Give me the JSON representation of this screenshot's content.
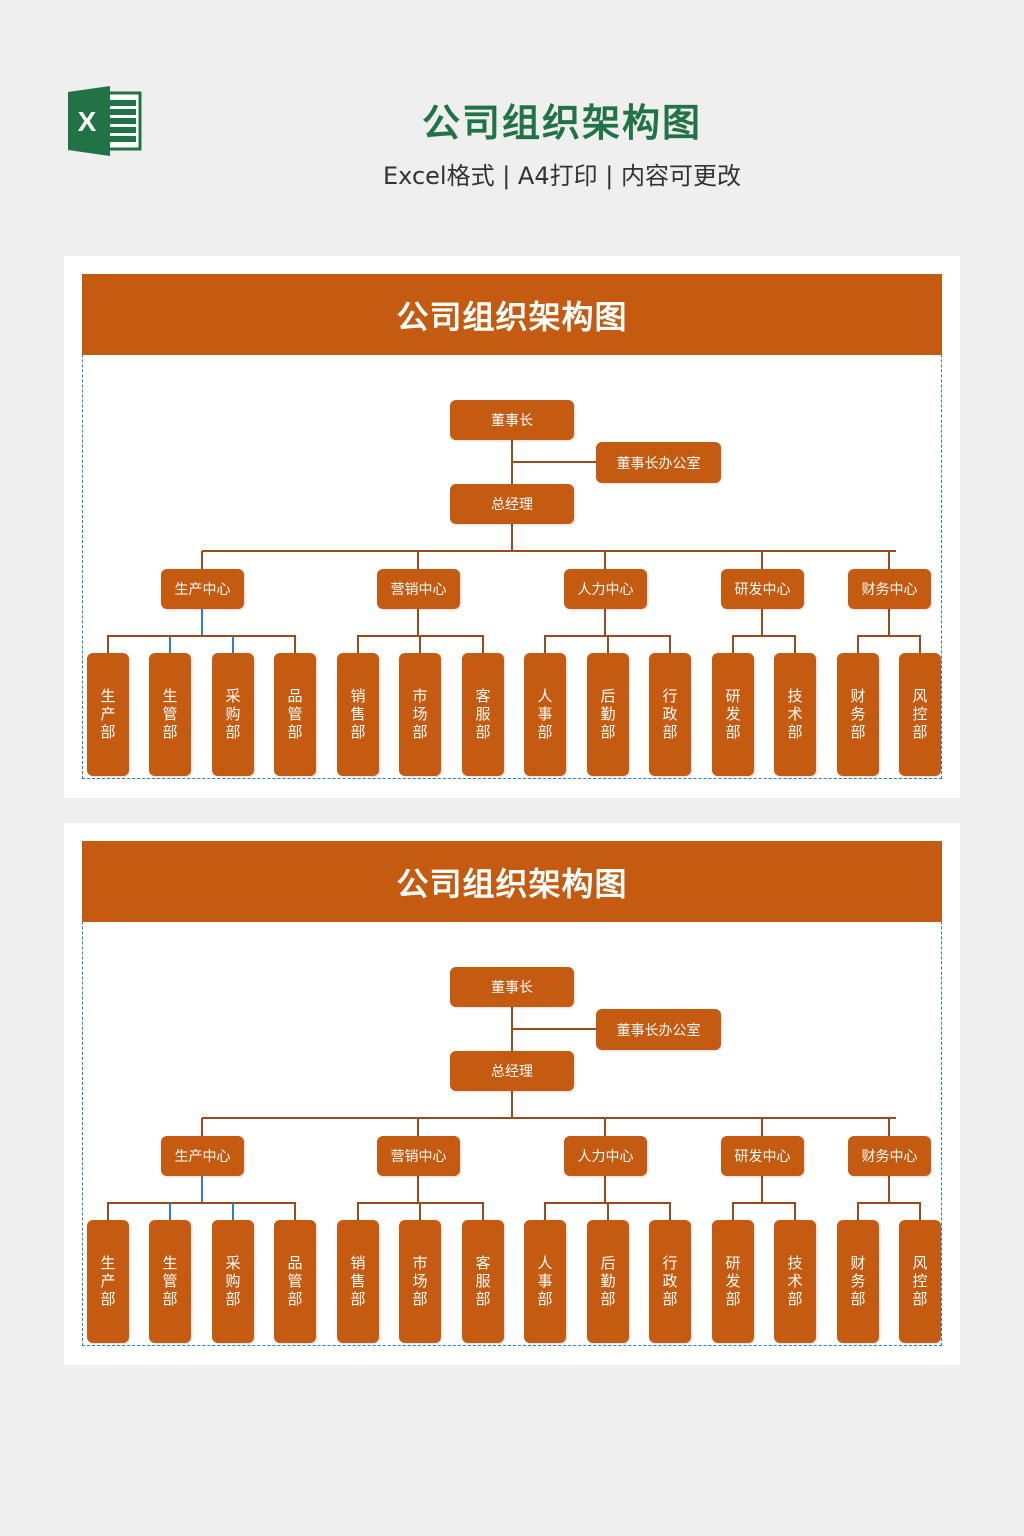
{
  "header": {
    "title": "公司组织架构图",
    "subtitle": "Excel格式 | A4打印 | 内容可更改",
    "logo_icon": "excel-icon"
  },
  "colors": {
    "accent": "#c55a11",
    "title_green": "#217346",
    "connector": "#9a4a1c",
    "connector_highlight": "#2a7fd4"
  },
  "panels": [
    {
      "title": "公司组织架构图"
    },
    {
      "title": "公司组织架构图"
    }
  ],
  "chart": {
    "chairman": "董事长",
    "office": "董事长办公室",
    "gm": "总经理",
    "centers": [
      {
        "label": "生产中心",
        "departments": [
          "生产部",
          "生管部",
          "采购部",
          "品管部"
        ]
      },
      {
        "label": "营销中心",
        "departments": [
          "销售部",
          "市场部",
          "客服部"
        ]
      },
      {
        "label": "人力中心",
        "departments": [
          "人事部",
          "后勤部",
          "行政部"
        ]
      },
      {
        "label": "研发中心",
        "departments": [
          "研发部",
          "技术部"
        ]
      },
      {
        "label": "财务中心",
        "departments": [
          "财务部",
          "风控部"
        ]
      }
    ]
  }
}
